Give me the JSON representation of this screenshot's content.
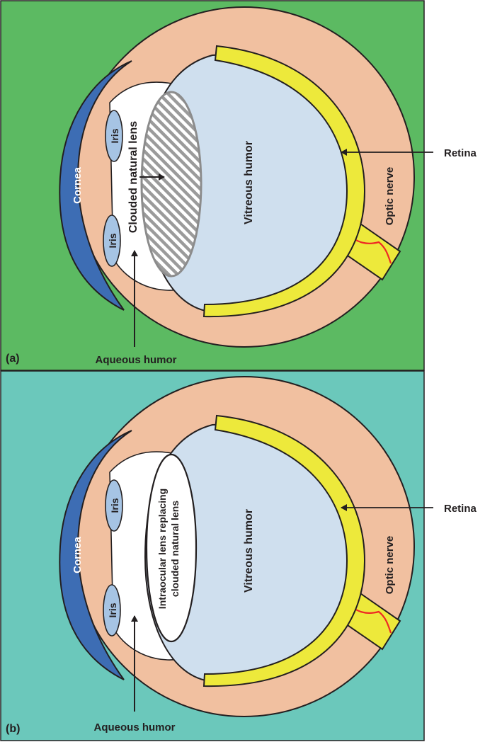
{
  "panel_a": {
    "label": "(a)",
    "background": "#5cba62",
    "cornea": "Cornea",
    "iris_top": "Iris",
    "iris_bottom": "Iris",
    "lens": "Clouded natural lens",
    "vitreous": "Vitreous humor",
    "retina": "Retina",
    "optic_nerve": "Optic nerve",
    "aqueous": "Aqueous humor"
  },
  "panel_b": {
    "label": "(b)",
    "background": "#6bc8bb",
    "cornea": "Cornea",
    "iris_top": "Iris",
    "iris_bottom": "Iris",
    "lens_line1": "Intraocular lens replacing",
    "lens_line2": "clouded natural lens",
    "vitreous": "Vitreous humor",
    "retina": "Retina",
    "optic_nerve": "Optic nerve",
    "aqueous": "Aqueous humor"
  },
  "colors": {
    "sclera": "#f1c0a0",
    "cornea": "#3d6db4",
    "iris": "#a6c4e4",
    "vitreous": "#cfdfee",
    "retina": "#ede93b",
    "nerve_vessel": "#ee2a24",
    "hatch": "#9b9b9b"
  }
}
